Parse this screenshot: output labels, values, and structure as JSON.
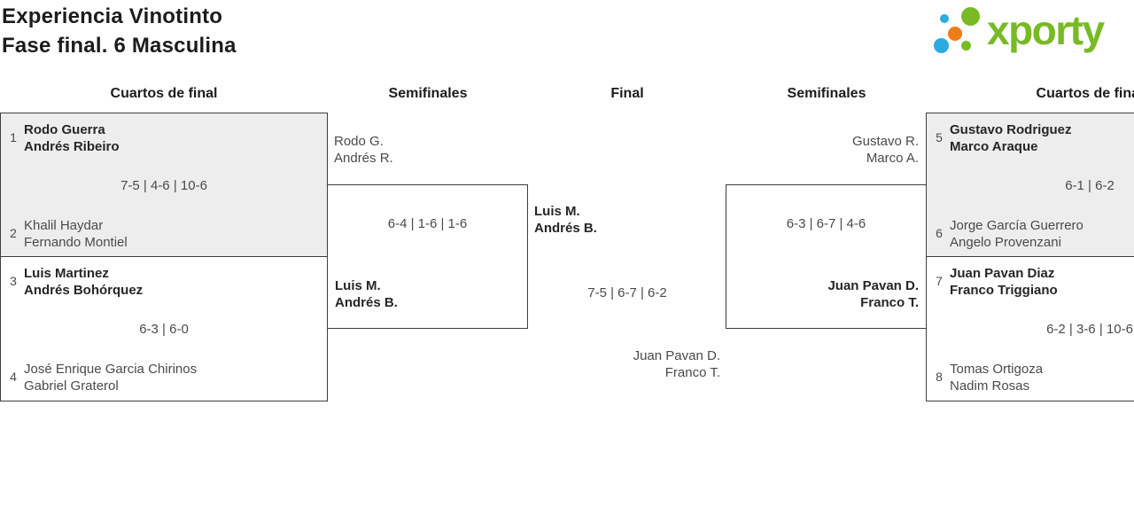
{
  "header": {
    "title_line1": "Experiencia Vinotinto",
    "title_line2": "Fase final. 6 Masculina"
  },
  "logo": {
    "wordmark": "xporty",
    "colors": {
      "green": "#78ba24",
      "blue": "#2aabe2",
      "orange": "#ee7c17"
    }
  },
  "round_headers": {
    "qf_left": "Cuartos de final",
    "sf_left": "Semifinales",
    "final": "Final",
    "sf_right": "Semifinales",
    "qf_right": "Cuartos de final"
  },
  "matches": {
    "qf1": {
      "seed_top": "1",
      "top1": "Rodo Guerra",
      "top2": "Andrés Ribeiro",
      "score": "7-5 | 4-6 | 10-6",
      "seed_bottom": "2",
      "bottom1": "Khalil Haydar",
      "bottom2": "Fernando Montiel"
    },
    "qf2": {
      "seed_top": "3",
      "top1": "Luis Martinez",
      "top2": "Andrés Bohórquez",
      "score": "6-3 | 6-0",
      "seed_bottom": "4",
      "bottom1": "José Enrique Garcia Chirinos",
      "bottom2": "Gabriel Graterol"
    },
    "sf_left": {
      "top1": "Rodo G.",
      "top2": "Andrés R.",
      "score": "6-4 | 1-6 | 1-6",
      "bottom1": "Luis M.",
      "bottom2": "Andrés B."
    },
    "final": {
      "top1": "Luis M.",
      "top2": "Andrés B.",
      "score": "7-5 | 6-7 | 6-2",
      "bottom1": "Juan Pavan D.",
      "bottom2": "Franco T."
    },
    "sf_right": {
      "top1": "Gustavo R.",
      "top2": "Marco A.",
      "score": "6-3 | 6-7 | 4-6",
      "bottom1": "Juan Pavan D.",
      "bottom2": "Franco T."
    },
    "qf3": {
      "seed_top": "5",
      "top1": "Gustavo Rodriguez",
      "top2": "Marco Araque",
      "score": "6-1 | 6-2",
      "seed_bottom": "6",
      "bottom1": "Jorge García Guerrero",
      "bottom2": "Angelo Provenzani"
    },
    "qf4": {
      "seed_top": "7",
      "top1": "Juan Pavan Diaz",
      "top2": "Franco Triggiano",
      "score": "6-2 | 3-6 | 10-6",
      "seed_bottom": "8",
      "bottom1": "Tomas Ortigoza",
      "bottom2": "Nadim Rosas"
    }
  }
}
